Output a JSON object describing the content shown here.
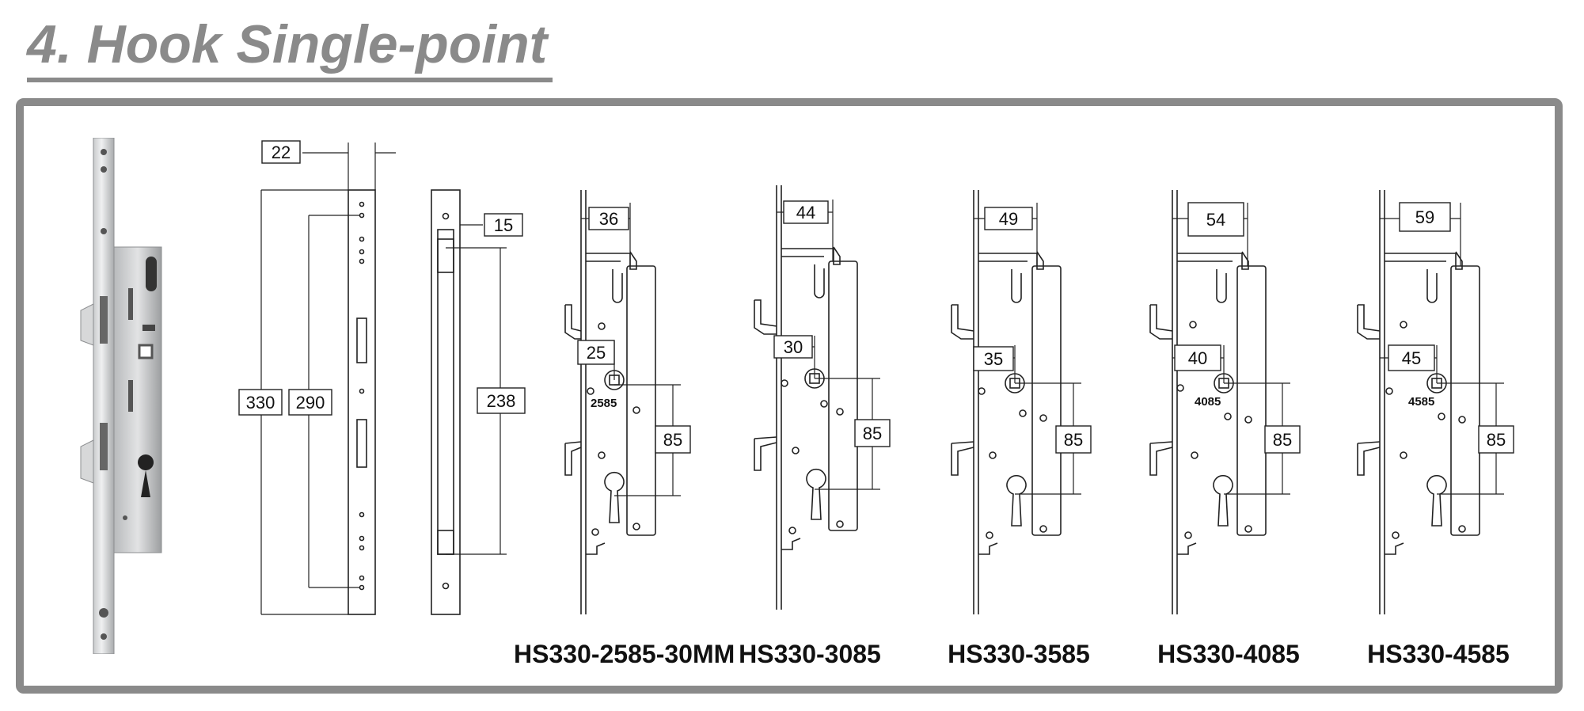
{
  "header": {
    "title": "4. Hook Single-point"
  },
  "dimensions": {
    "faceplate_width": "22",
    "overall_length": "330",
    "hole_spacing": "290",
    "strike_offset": "15",
    "strike_length": "238"
  },
  "models": [
    {
      "name": "HS330-2585-30MM",
      "backset": "36",
      "center": "25",
      "stamp": "2585",
      "pitch": "85"
    },
    {
      "name": "HS330-3085",
      "backset": "44",
      "center": "30",
      "stamp": "",
      "pitch": "85"
    },
    {
      "name": "HS330-3585",
      "backset": "49",
      "center": "35",
      "stamp": "",
      "pitch": "85"
    },
    {
      "name": "HS330-4085",
      "backset": "54",
      "center": "40",
      "stamp": "4085",
      "pitch": "85"
    },
    {
      "name": "HS330-4585",
      "backset": "59",
      "center": "45",
      "stamp": "4585",
      "pitch": "85"
    }
  ]
}
